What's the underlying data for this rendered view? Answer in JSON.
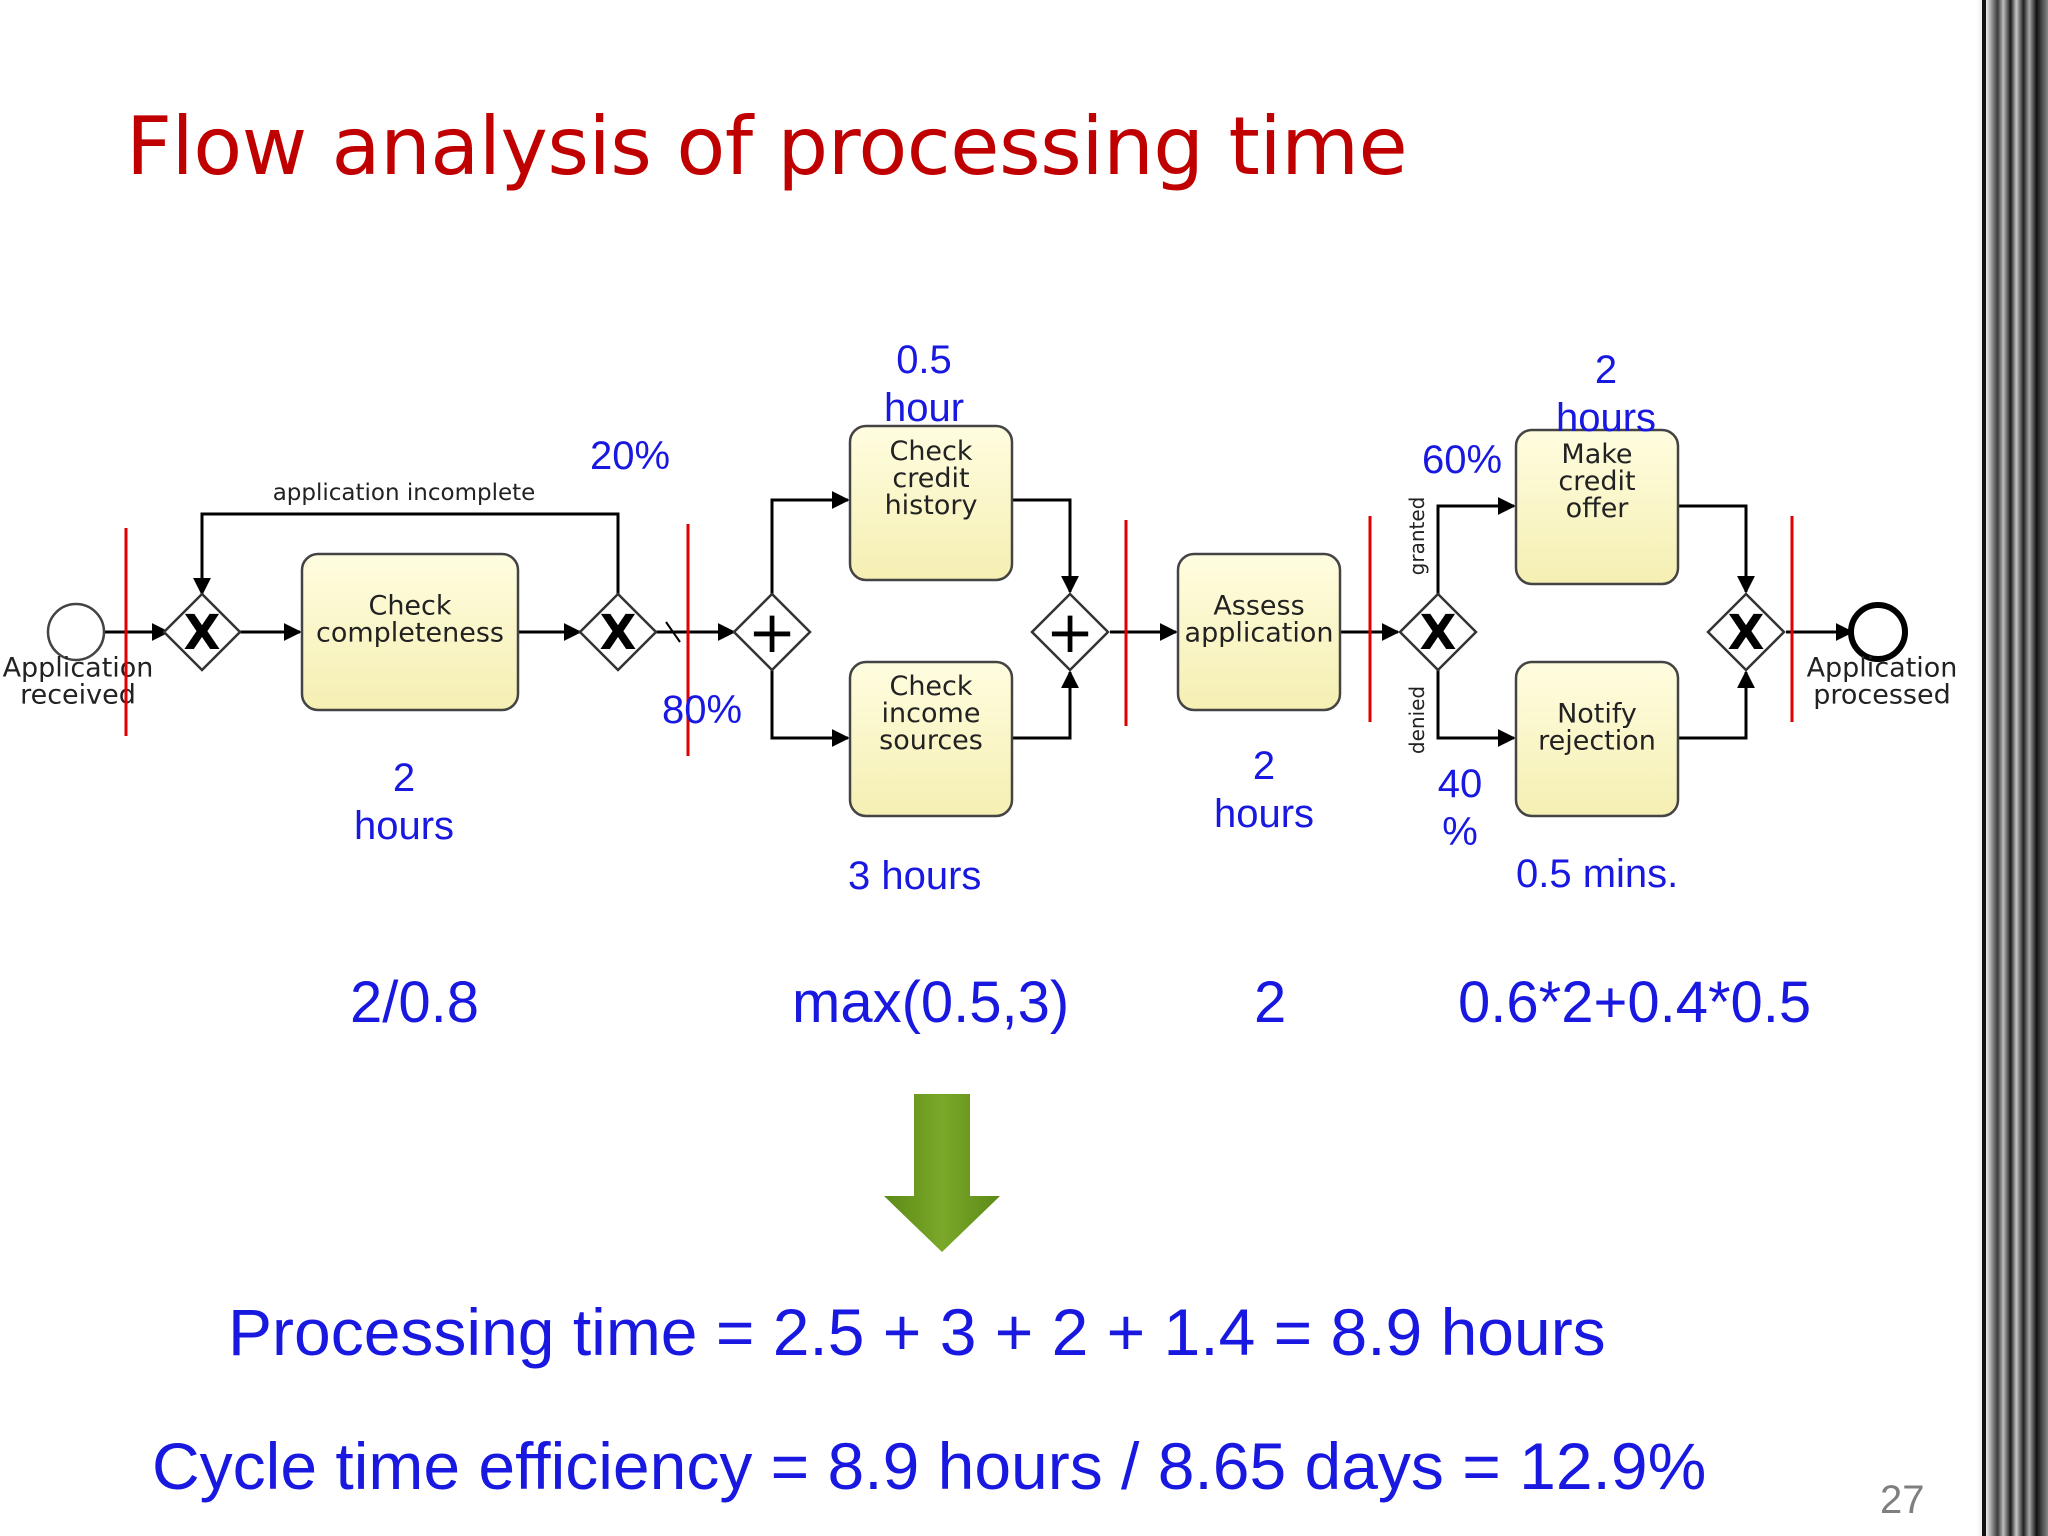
{
  "slide": {
    "title": "Flow analysis of processing time",
    "page_number": "27"
  },
  "diagram": {
    "start_event": "Application\nreceived",
    "end_event": "Application\nprocessed",
    "loop_label": "application incomplete",
    "tasks": {
      "check_completeness": "Check\ncompleteness",
      "check_credit_history": "Check\ncredit\nhistory",
      "check_income_sources": "Check\nincome\nsources",
      "assess_application": "Assess\napplication",
      "make_credit_offer": "Make\ncredit\noffer",
      "notify_rejection": "Notify\nrejection"
    },
    "gateway_labels": {
      "granted": "granted",
      "denied": "denied",
      "xor": "X",
      "and": "+"
    }
  },
  "annotations": {
    "pct_20": "20%",
    "pct_80": "80%",
    "pct_60": "60%",
    "pct_40_a": "40",
    "pct_40_b": "%",
    "time_credit_history_a": "0.5",
    "time_credit_history_b": "hour",
    "time_offer_a": "2",
    "time_offer_b": "hours",
    "time_completeness_a": "2",
    "time_completeness_b": "hours",
    "time_income": "3 hours",
    "time_assess_a": "2",
    "time_assess_b": "hours",
    "time_rejection": "0.5 mins."
  },
  "formulas": {
    "f1": "2/0.8",
    "f2": "max(0.5,3)",
    "f3": "2",
    "f4": "0.6*2+0.4*0.5"
  },
  "results": {
    "processing_time": "Processing time = 2.5 + 3 + 2 + 1.4  = 8.9 hours",
    "cycle_time_efficiency": "Cycle time efficiency = 8.9 hours / 8.65 days = 12.9%"
  },
  "colors": {
    "title": "#c00000",
    "annotation": "#1818e0",
    "task_fill": "#fbf7c4",
    "divider": "#e00000",
    "arrow": "#6f9a1e"
  }
}
